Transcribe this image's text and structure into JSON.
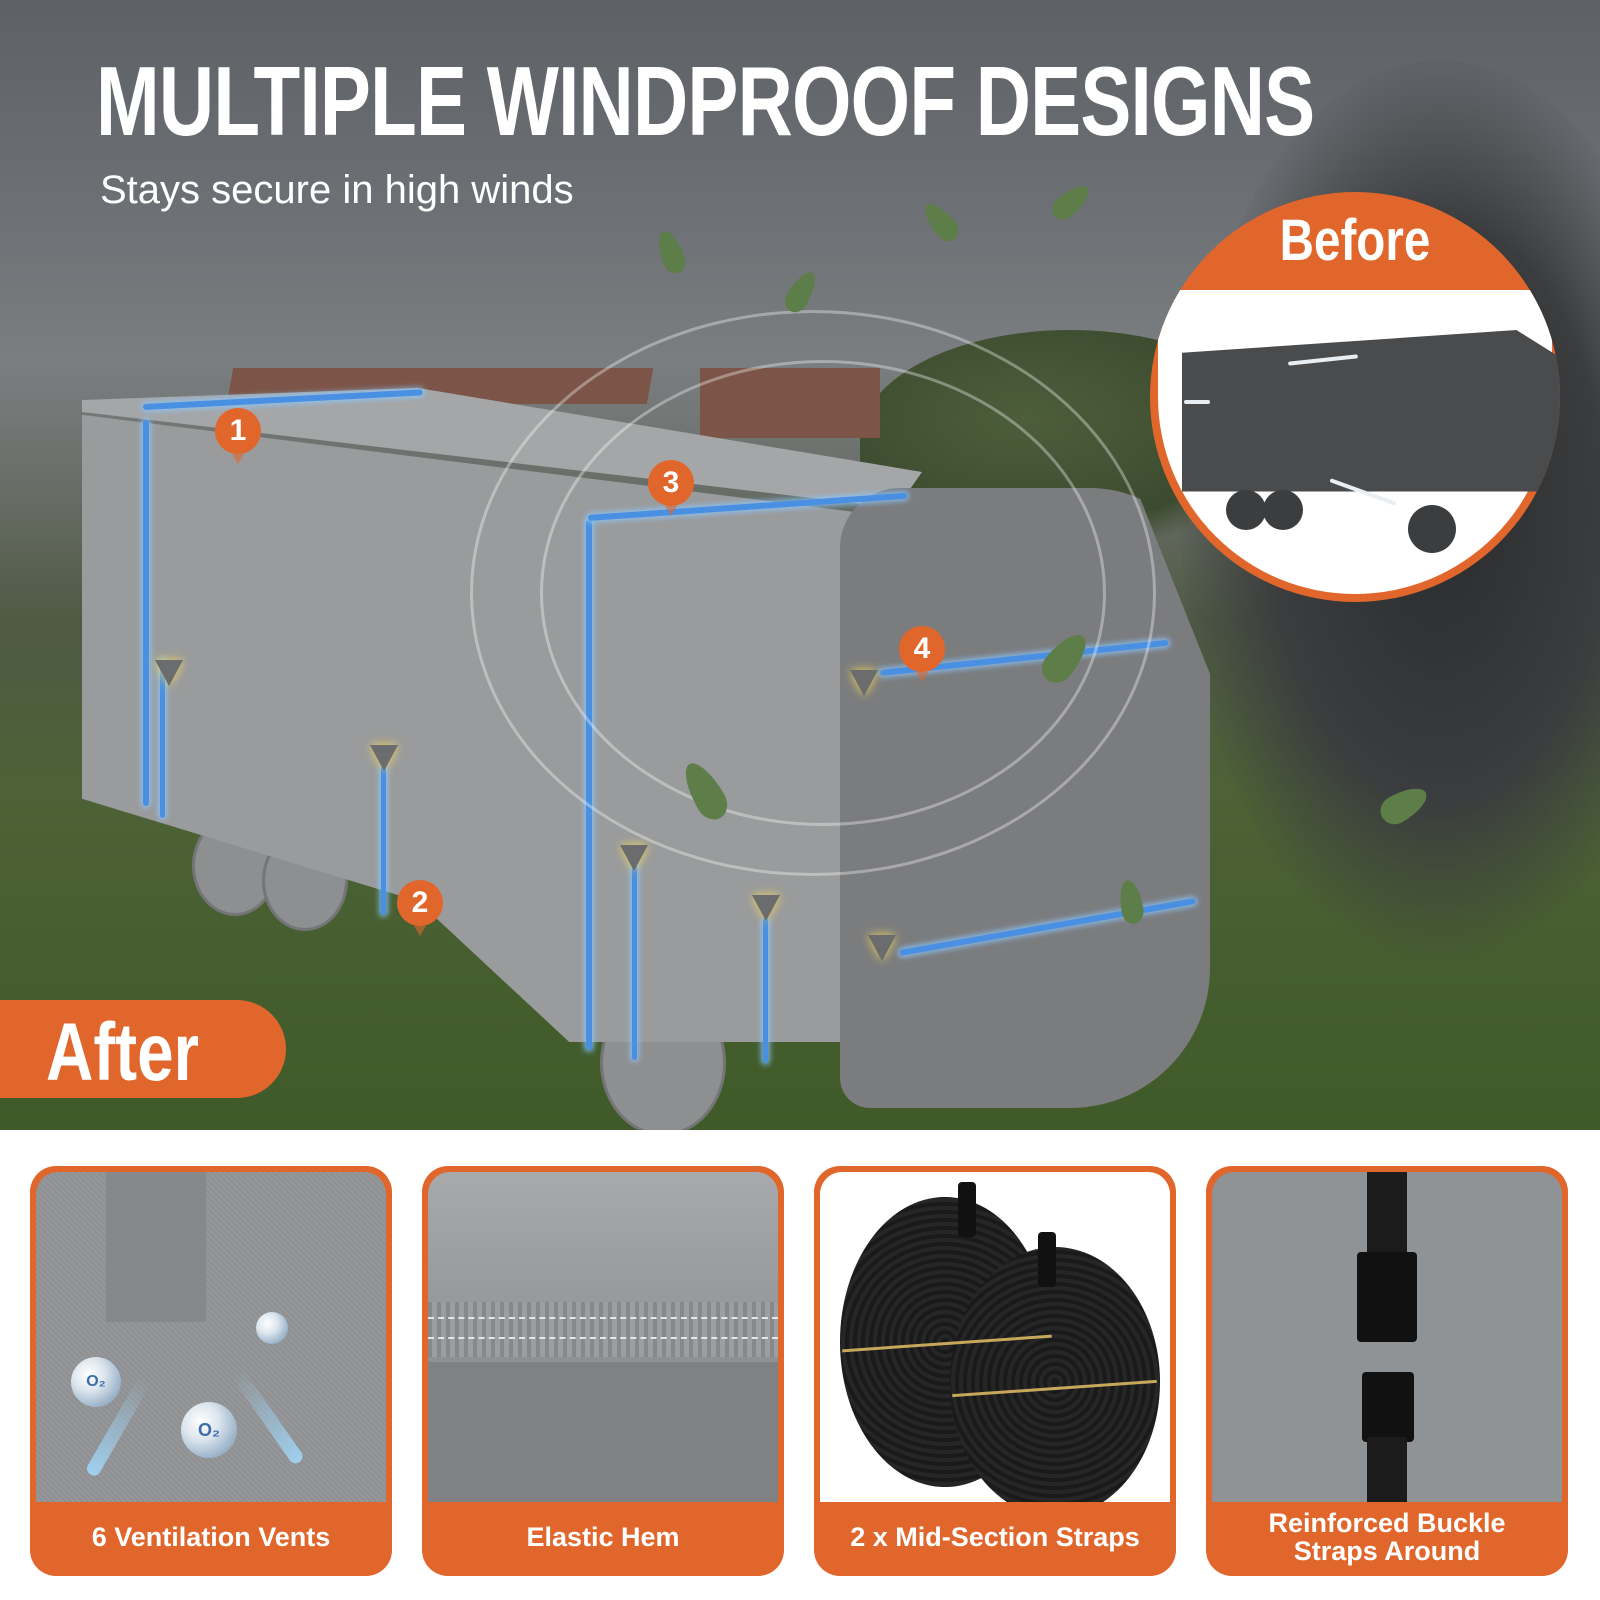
{
  "hero": {
    "title": "MULTIPLE WINDPROOF DESIGNS",
    "subtitle": "Stays secure in high winds",
    "markers": [
      "1",
      "2",
      "3",
      "4"
    ],
    "before_label": "Before",
    "after_label": "After"
  },
  "features": [
    {
      "label": "6 Ventilation Vents",
      "bubble_text": "O₂"
    },
    {
      "label": "Elastic Hem"
    },
    {
      "label": "2 x Mid-Section Straps"
    },
    {
      "label": "Reinforced Buckle Straps Around"
    }
  ],
  "colors": {
    "accent_orange": "#e1662c",
    "highlight_blue": "#4a90e2",
    "cover_gray": "#9a9b9c"
  }
}
